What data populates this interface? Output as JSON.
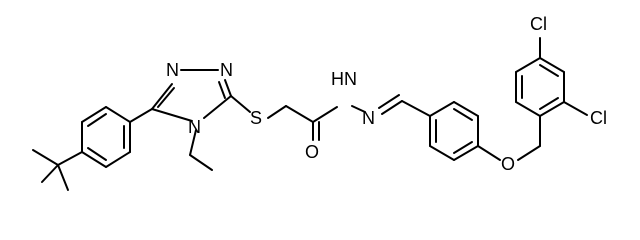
{
  "molecule": {
    "atoms": {
      "n1": "N",
      "n2": "N",
      "n4": "N",
      "s": "S",
      "o_carbonyl": "O",
      "nh_n": "N",
      "nh_h": "H",
      "n_imine": "N",
      "o_ether": "O",
      "cl_top": "Cl",
      "cl_right": "Cl"
    }
  }
}
